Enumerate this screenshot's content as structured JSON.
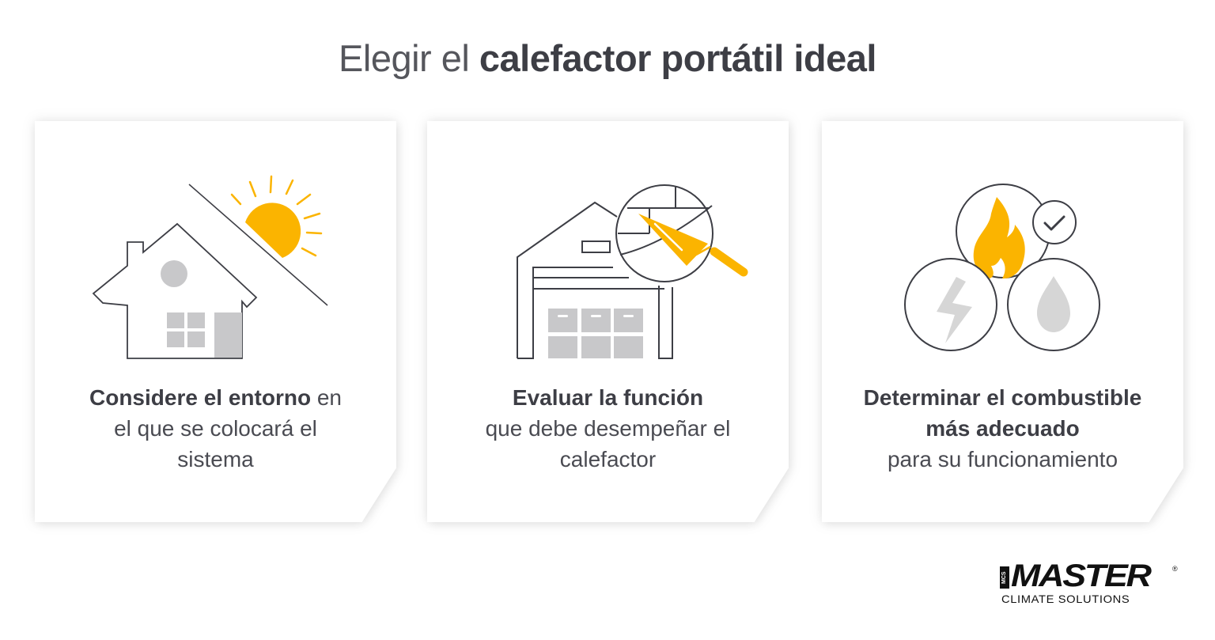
{
  "header": {
    "title_light": "Elegir el ",
    "title_bold": "calefactor portátil ideal"
  },
  "cards": [
    {
      "icon": "house-sun-icon",
      "bold": "Considere el entorno",
      "light_inline": " en",
      "lines": [
        "el que se colocará el",
        "sistema"
      ]
    },
    {
      "icon": "garage-trowel-magnifier-icon",
      "bold": "Evaluar la función",
      "lines": [
        "que debe desempeñar el",
        "calefactor"
      ]
    },
    {
      "icon": "fuel-options-icon",
      "bold_lines": [
        "Determinar el combustible",
        "más adecuado"
      ],
      "lines": [
        "para su funcionamiento"
      ]
    }
  ],
  "logo": {
    "badge": "MCS",
    "brand": "MASTER",
    "registered": "®",
    "tagline": "CLIMATE SOLUTIONS"
  },
  "colors": {
    "accent_yellow": "#fbb400",
    "outline": "#3d3e45",
    "fill_gray": "#c8c8ca",
    "text": "#3d3e45"
  }
}
